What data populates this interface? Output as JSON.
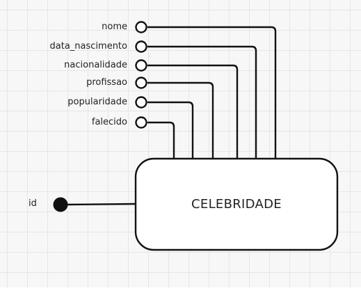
{
  "entity": {
    "name": "CELEBRIDADE"
  },
  "key_attribute": {
    "label": "id"
  },
  "attributes": [
    {
      "label": "nome"
    },
    {
      "label": "data_nascimento"
    },
    {
      "label": "nacionalidade"
    },
    {
      "label": "profissao"
    },
    {
      "label": "popularidade"
    },
    {
      "label": "falecido"
    }
  ],
  "colors": {
    "stroke": "#111111",
    "grid": "#e6e6e6",
    "background": "#f7f7f7"
  }
}
